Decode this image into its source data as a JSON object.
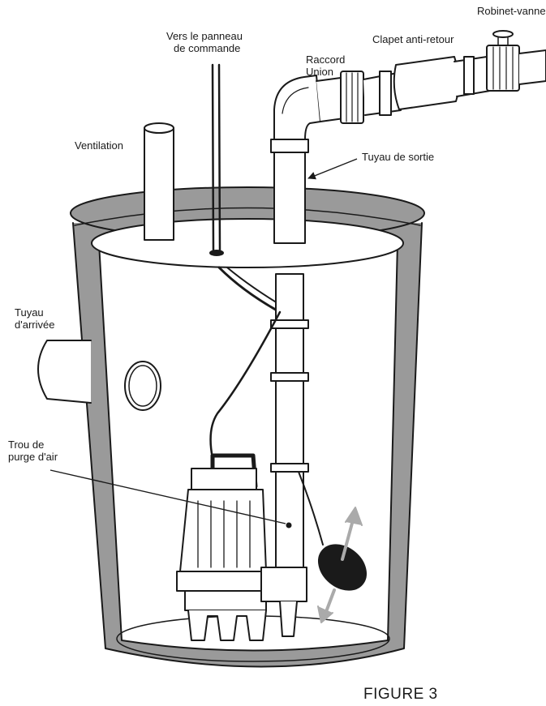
{
  "labels": {
    "robinet": "Robinet-vanne",
    "panneau_1": "Vers le panneau",
    "panneau_2": "de commande",
    "clapet": "Clapet anti-retour",
    "raccord_1": "Raccord",
    "raccord_2": "Union",
    "ventilation": "Ventilation",
    "sortie": "Tuyau de sortie",
    "arrivee_1": "Tuyau",
    "arrivee_2": "d'arrivée",
    "trou_1": "Trou de",
    "trou_2": "purge d'air"
  },
  "figure": "FIGURE 3"
}
